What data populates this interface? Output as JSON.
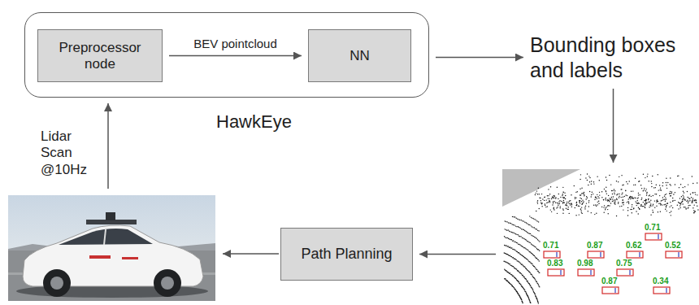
{
  "diagram": {
    "nodes": [
      {
        "text": [
          "HawkEye"
        ]
      },
      {
        "text": [
          "Preprocessor node"
        ],
        "in": 0
      },
      {
        "text": [
          "NN"
        ],
        "in": 0
      },
      {
        "text": [
          "Bounding boxes and labels"
        ]
      },
      {
        "text": [
          "0.71",
          "0.52",
          "0.62",
          "0.87",
          "0.71",
          "0.83",
          "0.98",
          "0.75",
          "0.87",
          "0.34"
        ]
      },
      {
        "text": [
          "Path Planning"
        ]
      }
    ],
    "edges": [
      {
        "from": 1,
        "to": 2,
        "label": "BEV pointcloud",
        "arrow": "to"
      },
      {
        "from": 0,
        "to": 3,
        "arrow": "to"
      },
      {
        "from": 3,
        "to": 4,
        "arrow": "to"
      },
      {
        "from": 4,
        "to": 5,
        "arrow": "to"
      }
    ],
    "labels": [
      "Lidar Scan @10Hz"
    ]
  }
}
